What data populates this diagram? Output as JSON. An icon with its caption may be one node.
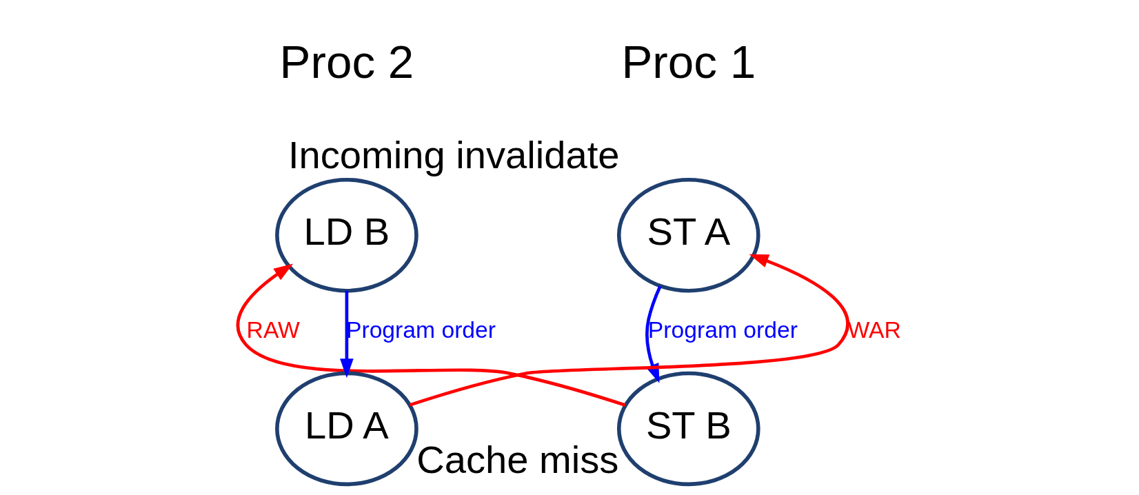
{
  "diagram": {
    "nodes": [
      {
        "text": [
          "ST A"
        ],
        "beside": [
          "Incoming invalidate"
        ]
      },
      {
        "text": [
          "ST B"
        ],
        "beside": [
          "Cache miss"
        ]
      },
      {
        "text": [
          "LD B"
        ]
      },
      {
        "text": [
          "LD A"
        ]
      }
    ],
    "edges": [
      {
        "from": 0,
        "to": 1,
        "arrow": "to",
        "label": "Program order",
        "color": "#0000ff"
      },
      {
        "from": 1,
        "to": 2,
        "arrow": "to",
        "label": "RAW",
        "color": "#ff0000"
      },
      {
        "from": 3,
        "to": 0,
        "arrow": "to",
        "label": "WAR",
        "color": "#ff0000"
      },
      {
        "from": 2,
        "to": 3,
        "arrow": "to",
        "label": "Program order",
        "color": "#0000ff"
      }
    ],
    "labels": [
      "Proc 1",
      "Proc 2"
    ]
  }
}
